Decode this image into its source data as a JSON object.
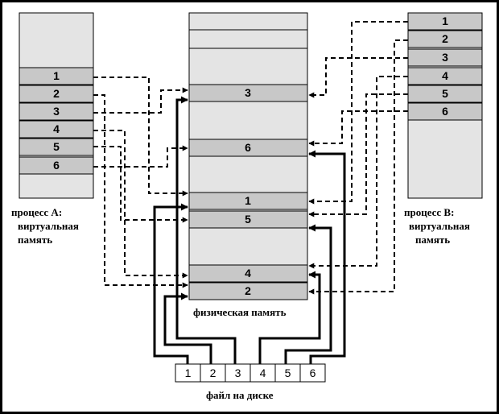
{
  "process_a": {
    "pages": [
      "1",
      "2",
      "3",
      "4",
      "5",
      "6"
    ],
    "label_lines": [
      "процесс А:",
      "виртуальная",
      "память"
    ]
  },
  "process_b": {
    "pages": [
      "1",
      "2",
      "3",
      "4",
      "5",
      "6"
    ],
    "label_lines": [
      "процесс В:",
      "виртуальная",
      "память"
    ]
  },
  "physical_memory": {
    "frames": [
      "3",
      "6",
      "1",
      "5",
      "4",
      "2"
    ],
    "label": "физическая память"
  },
  "disk": {
    "blocks": [
      "1",
      "2",
      "3",
      "4",
      "5",
      "6"
    ],
    "label": "файл на диске"
  },
  "colors": {
    "page_fill": "#c8c8c8",
    "memory_fill": "#e4e4e4",
    "border": "#000000"
  }
}
